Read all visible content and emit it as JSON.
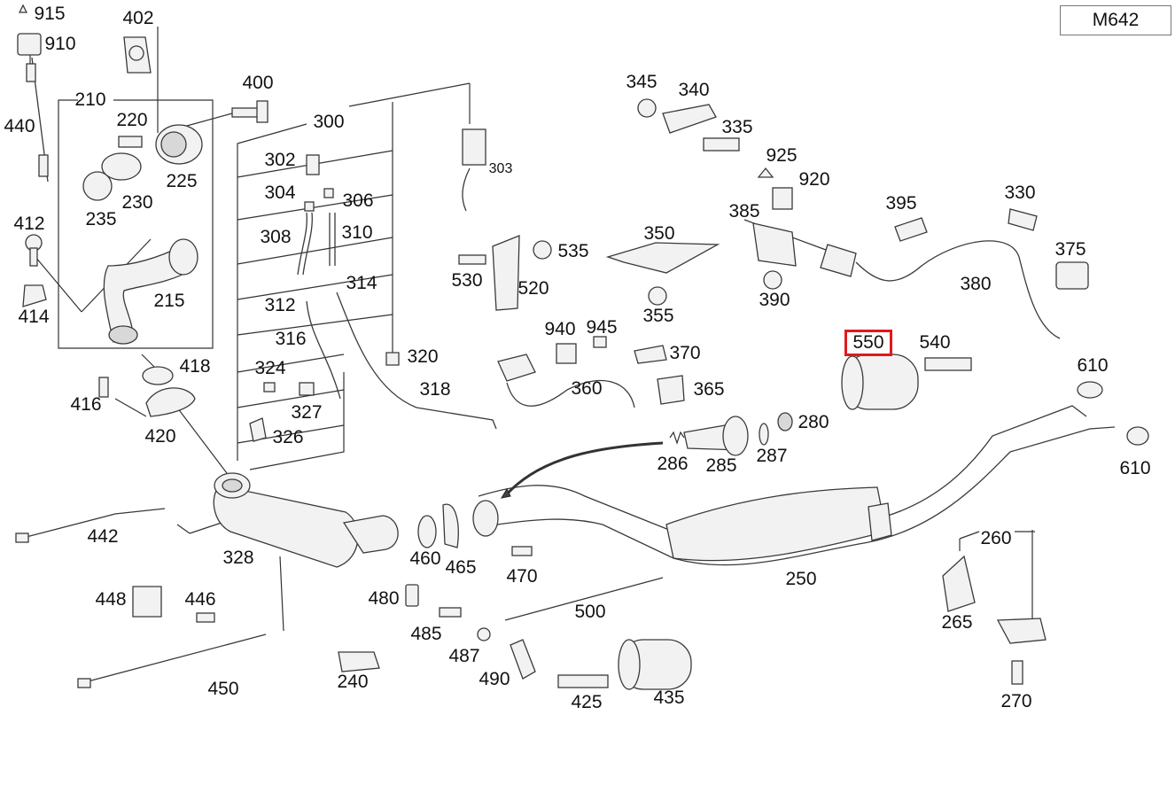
{
  "model_code": "M642",
  "highlighted_part": "550",
  "parts": [
    {
      "id": "p915",
      "label": "915"
    },
    {
      "id": "p910",
      "label": "910"
    },
    {
      "id": "p402",
      "label": "402"
    },
    {
      "id": "p440",
      "label": "440"
    },
    {
      "id": "p210",
      "label": "210"
    },
    {
      "id": "p220",
      "label": "220"
    },
    {
      "id": "p400",
      "label": "400"
    },
    {
      "id": "p300",
      "label": "300"
    },
    {
      "id": "p225",
      "label": "225"
    },
    {
      "id": "p230",
      "label": "230"
    },
    {
      "id": "p235",
      "label": "235"
    },
    {
      "id": "p412",
      "label": "412"
    },
    {
      "id": "p215",
      "label": "215"
    },
    {
      "id": "p414",
      "label": "414"
    },
    {
      "id": "p418",
      "label": "418"
    },
    {
      "id": "p416",
      "label": "416"
    },
    {
      "id": "p420",
      "label": "420"
    },
    {
      "id": "p302",
      "label": "302"
    },
    {
      "id": "p304",
      "label": "304"
    },
    {
      "id": "p306",
      "label": "306"
    },
    {
      "id": "p303",
      "label": "303"
    },
    {
      "id": "p308",
      "label": "308"
    },
    {
      "id": "p310",
      "label": "310"
    },
    {
      "id": "p312",
      "label": "312"
    },
    {
      "id": "p314",
      "label": "314"
    },
    {
      "id": "p316",
      "label": "316"
    },
    {
      "id": "p320",
      "label": "320"
    },
    {
      "id": "p318",
      "label": "318"
    },
    {
      "id": "p324",
      "label": "324"
    },
    {
      "id": "p327",
      "label": "327"
    },
    {
      "id": "p326",
      "label": "326"
    },
    {
      "id": "p345",
      "label": "345"
    },
    {
      "id": "p340",
      "label": "340"
    },
    {
      "id": "p335",
      "label": "335"
    },
    {
      "id": "p925",
      "label": "925"
    },
    {
      "id": "p920",
      "label": "920"
    },
    {
      "id": "p385",
      "label": "385"
    },
    {
      "id": "p395",
      "label": "395"
    },
    {
      "id": "p330",
      "label": "330"
    },
    {
      "id": "p350",
      "label": "350"
    },
    {
      "id": "p535",
      "label": "535"
    },
    {
      "id": "p530",
      "label": "530"
    },
    {
      "id": "p520",
      "label": "520"
    },
    {
      "id": "p375",
      "label": "375"
    },
    {
      "id": "p380",
      "label": "380"
    },
    {
      "id": "p390",
      "label": "390"
    },
    {
      "id": "p355",
      "label": "355"
    },
    {
      "id": "p940",
      "label": "940"
    },
    {
      "id": "p945",
      "label": "945"
    },
    {
      "id": "p370",
      "label": "370"
    },
    {
      "id": "p360",
      "label": "360"
    },
    {
      "id": "p365",
      "label": "365"
    },
    {
      "id": "p550",
      "label": "550"
    },
    {
      "id": "p540",
      "label": "540"
    },
    {
      "id": "p610a",
      "label": "610"
    },
    {
      "id": "p610b",
      "label": "610"
    },
    {
      "id": "p280",
      "label": "280"
    },
    {
      "id": "p286",
      "label": "286"
    },
    {
      "id": "p285",
      "label": "285"
    },
    {
      "id": "p287",
      "label": "287"
    },
    {
      "id": "p442",
      "label": "442"
    },
    {
      "id": "p328",
      "label": "328"
    },
    {
      "id": "p460",
      "label": "460"
    },
    {
      "id": "p465",
      "label": "465"
    },
    {
      "id": "p470",
      "label": "470"
    },
    {
      "id": "p250",
      "label": "250"
    },
    {
      "id": "p260",
      "label": "260"
    },
    {
      "id": "p448",
      "label": "448"
    },
    {
      "id": "p446",
      "label": "446"
    },
    {
      "id": "p480",
      "label": "480"
    },
    {
      "id": "p500",
      "label": "500"
    },
    {
      "id": "p485",
      "label": "485"
    },
    {
      "id": "p487",
      "label": "487"
    },
    {
      "id": "p490",
      "label": "490"
    },
    {
      "id": "p265",
      "label": "265"
    },
    {
      "id": "p240",
      "label": "240"
    },
    {
      "id": "p450",
      "label": "450"
    },
    {
      "id": "p425",
      "label": "425"
    },
    {
      "id": "p435",
      "label": "435"
    },
    {
      "id": "p270",
      "label": "270"
    }
  ],
  "colors": {
    "highlight": "#e0191b",
    "line": "#333333",
    "part_fill": "#f2f2f2"
  }
}
